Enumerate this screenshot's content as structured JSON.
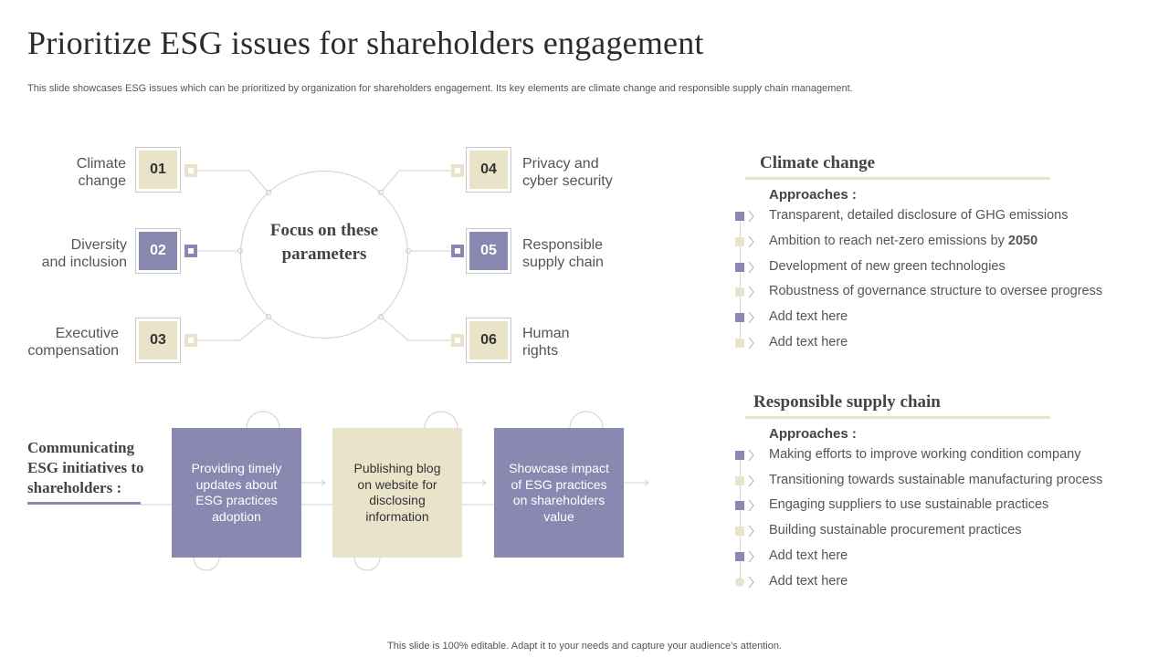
{
  "title": "Prioritize ESG issues for shareholders engagement",
  "subtitle": "This slide showcases ESG issues which can be prioritized by organization for shareholders engagement. Its key elements are climate change and responsible supply chain management.",
  "focus": {
    "center_text": "Focus on these parameters",
    "items": [
      {
        "num": "01",
        "label_line1": "Climate",
        "label_line2": "change",
        "color": "beige"
      },
      {
        "num": "02",
        "label_line1": "Diversity",
        "label_line2": "and inclusion",
        "color": "purple"
      },
      {
        "num": "03",
        "label_line1": "Executive",
        "label_line2": "compensation",
        "color": "beige"
      },
      {
        "num": "04",
        "label_line1": "Privacy and",
        "label_line2": "cyber security",
        "color": "beige"
      },
      {
        "num": "05",
        "label_line1": "Responsible",
        "label_line2": "supply chain",
        "color": "purple"
      },
      {
        "num": "06",
        "label_line1": "Human",
        "label_line2": "rights",
        "color": "beige"
      }
    ]
  },
  "communicating": {
    "title_line1": "Communicating",
    "title_line2": "ESG initiatives to",
    "title_line3": "shareholders :",
    "steps": [
      {
        "text": "Providing timely updates about ESG practices adoption",
        "color": "purple"
      },
      {
        "text": "Publishing blog on website for disclosing information",
        "color": "beige"
      },
      {
        "text": "Showcase impact of ESG practices on shareholders value",
        "color": "purple"
      }
    ]
  },
  "climate": {
    "title": "Climate change",
    "approaches_label": "Approaches :",
    "items": [
      {
        "text": "Transparent, detailed disclosure of GHG emissions"
      },
      {
        "text": "Ambition to reach net-zero emissions by ",
        "bold": "2050"
      },
      {
        "text": "Development of new green technologies"
      },
      {
        "text": "Robustness of governance structure to oversee progress"
      },
      {
        "text": "Add text here"
      },
      {
        "text": "Add text here"
      }
    ]
  },
  "supply": {
    "title": "Responsible supply chain",
    "approaches_label": "Approaches :",
    "items": [
      {
        "text": "Making efforts to improve working condition company"
      },
      {
        "text": "Transitioning towards sustainable manufacturing process"
      },
      {
        "text": "Engaging suppliers to use sustainable practices"
      },
      {
        "text": "Building sustainable procurement practices"
      },
      {
        "text": "Add text here"
      },
      {
        "text": "Add text here"
      }
    ]
  },
  "footer": "This slide is 100% editable. Adapt it to your needs and capture your audience's attention.",
  "colors": {
    "purple": "#8888b0",
    "beige": "#e8e3c9"
  }
}
